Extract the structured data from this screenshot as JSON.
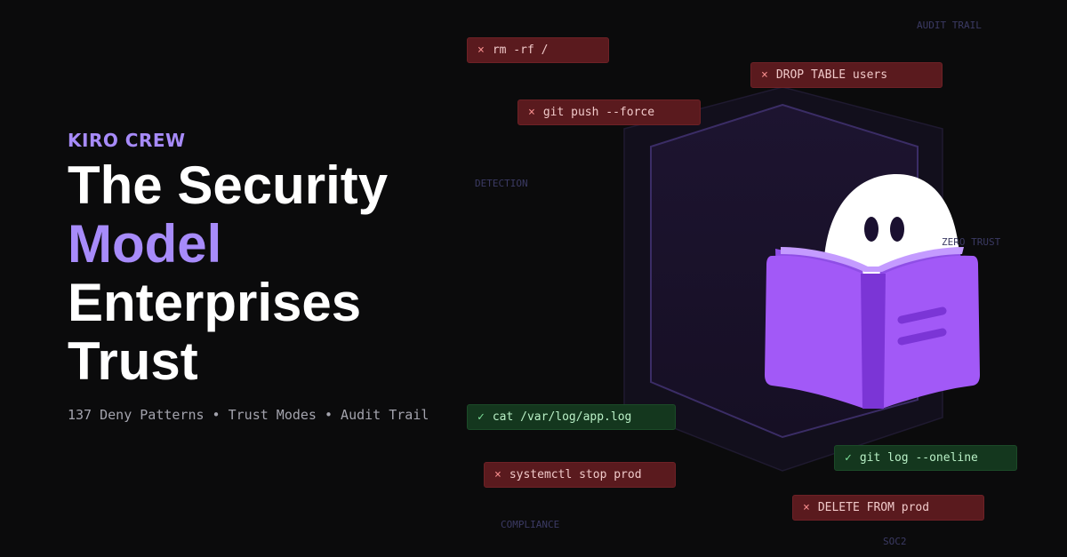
{
  "hero": {
    "eyebrow": "KIRO CREW",
    "headline_line1": "The Security",
    "headline_accent": "Model",
    "headline_line3": "Enterprises",
    "headline_line4": "Trust",
    "subline": "137 Deny Patterns • Trust Modes • Audit Trail"
  },
  "labels": {
    "audit_trail": "AUDIT TRAIL",
    "detection": "DETECTION",
    "zero_trust": "ZERO TRUST",
    "compliance": "COMPLIANCE",
    "soc2": "SOC2"
  },
  "commands": {
    "deny_mark": "×",
    "allow_mark": "✓",
    "rm_rf": "rm -rf /",
    "drop_table": "DROP TABLE users",
    "git_push_force": "git push --force",
    "cat_log": "cat /var/log/app.log",
    "git_log": "git log --oneline",
    "systemctl_stop": "systemctl stop prod",
    "delete_from": "DELETE FROM prod"
  },
  "colors": {
    "background": "#0b0b0c",
    "accent": "#a78bfa",
    "deny": "#5a1a1e",
    "allow": "#14371e",
    "book": "#a259f7"
  },
  "icons": {
    "mascot": "ghost-reading-book-icon",
    "shield": "hexagon-shield-icon"
  }
}
